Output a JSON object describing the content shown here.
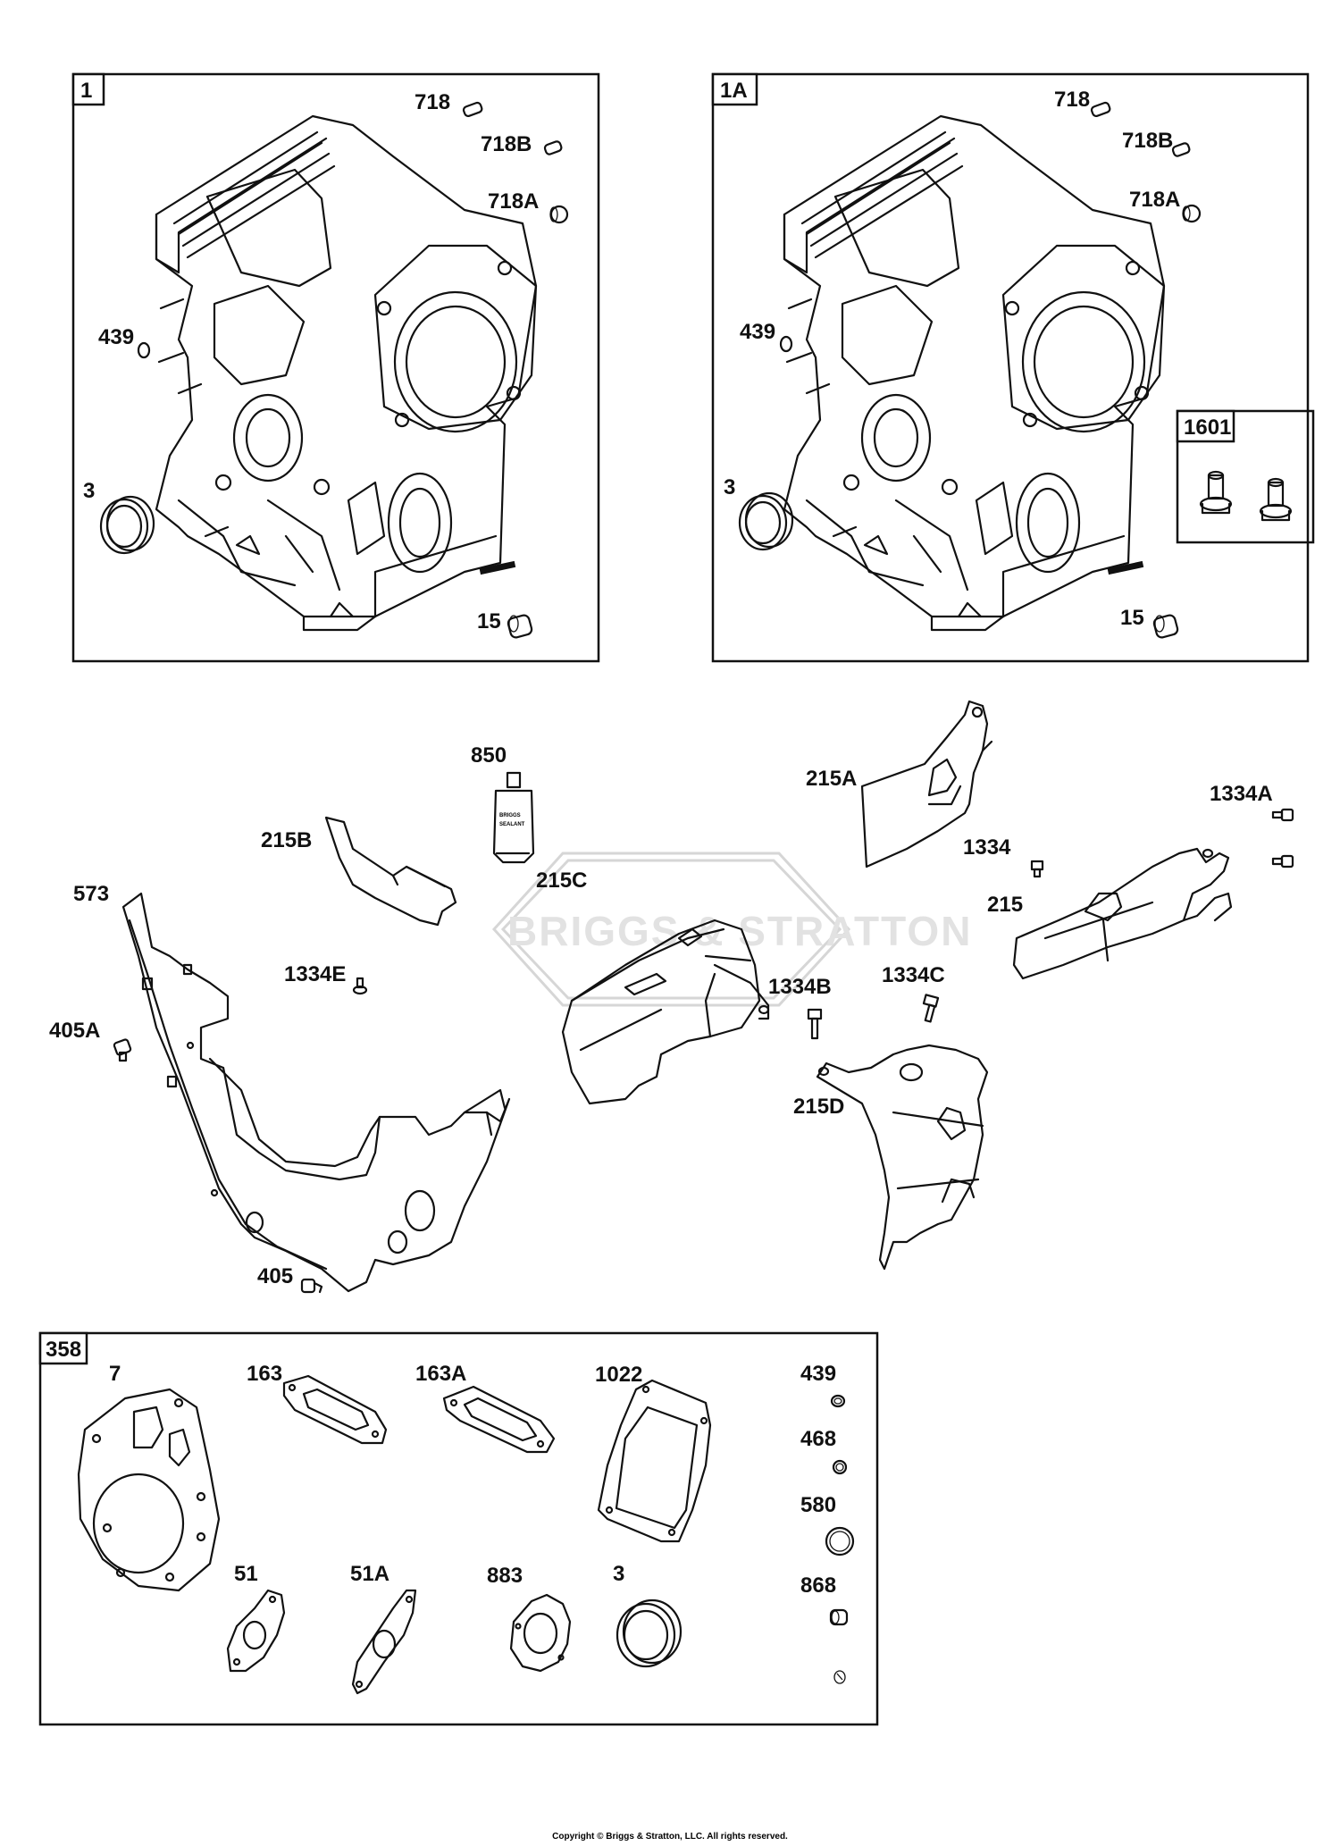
{
  "boxes": {
    "box_1": "1",
    "box_1a": "1A",
    "box_1601": "1601",
    "box_358": "358"
  },
  "labels": {
    "b1_718": "718",
    "b1_718b": "718B",
    "b1_718a": "718A",
    "b1_439": "439",
    "b1_3": "3",
    "b1_15": "15",
    "b1a_718": "718",
    "b1a_718b": "718B",
    "b1a_718a": "718A",
    "b1a_439": "439",
    "b1a_3": "3",
    "b1a_15": "15",
    "p_850": "850",
    "p_215b": "215B",
    "p_573": "573",
    "p_1334e": "1334E",
    "p_405a": "405A",
    "p_405": "405",
    "p_215c": "215C",
    "p_215a": "215A",
    "p_1334a": "1334A",
    "p_1334": "1334",
    "p_215": "215",
    "p_1334b": "1334B",
    "p_1334c": "1334C",
    "p_215d": "215D",
    "g_7": "7",
    "g_163": "163",
    "g_163a": "163A",
    "g_1022": "1022",
    "g_439": "439",
    "g_468": "468",
    "g_580": "580",
    "g_868": "868",
    "g_51": "51",
    "g_51a": "51A",
    "g_883": "883",
    "g_3": "3"
  },
  "tube_text": [
    "BRIGGS",
    "SEALANT"
  ],
  "watermark": "BRIGGS & STRATTON",
  "copyright": "Copyright © Briggs & Stratton, LLC. All rights reserved.",
  "colors": {
    "line": "#111111",
    "watermark": "#d6d6d6",
    "background": "#ffffff"
  }
}
